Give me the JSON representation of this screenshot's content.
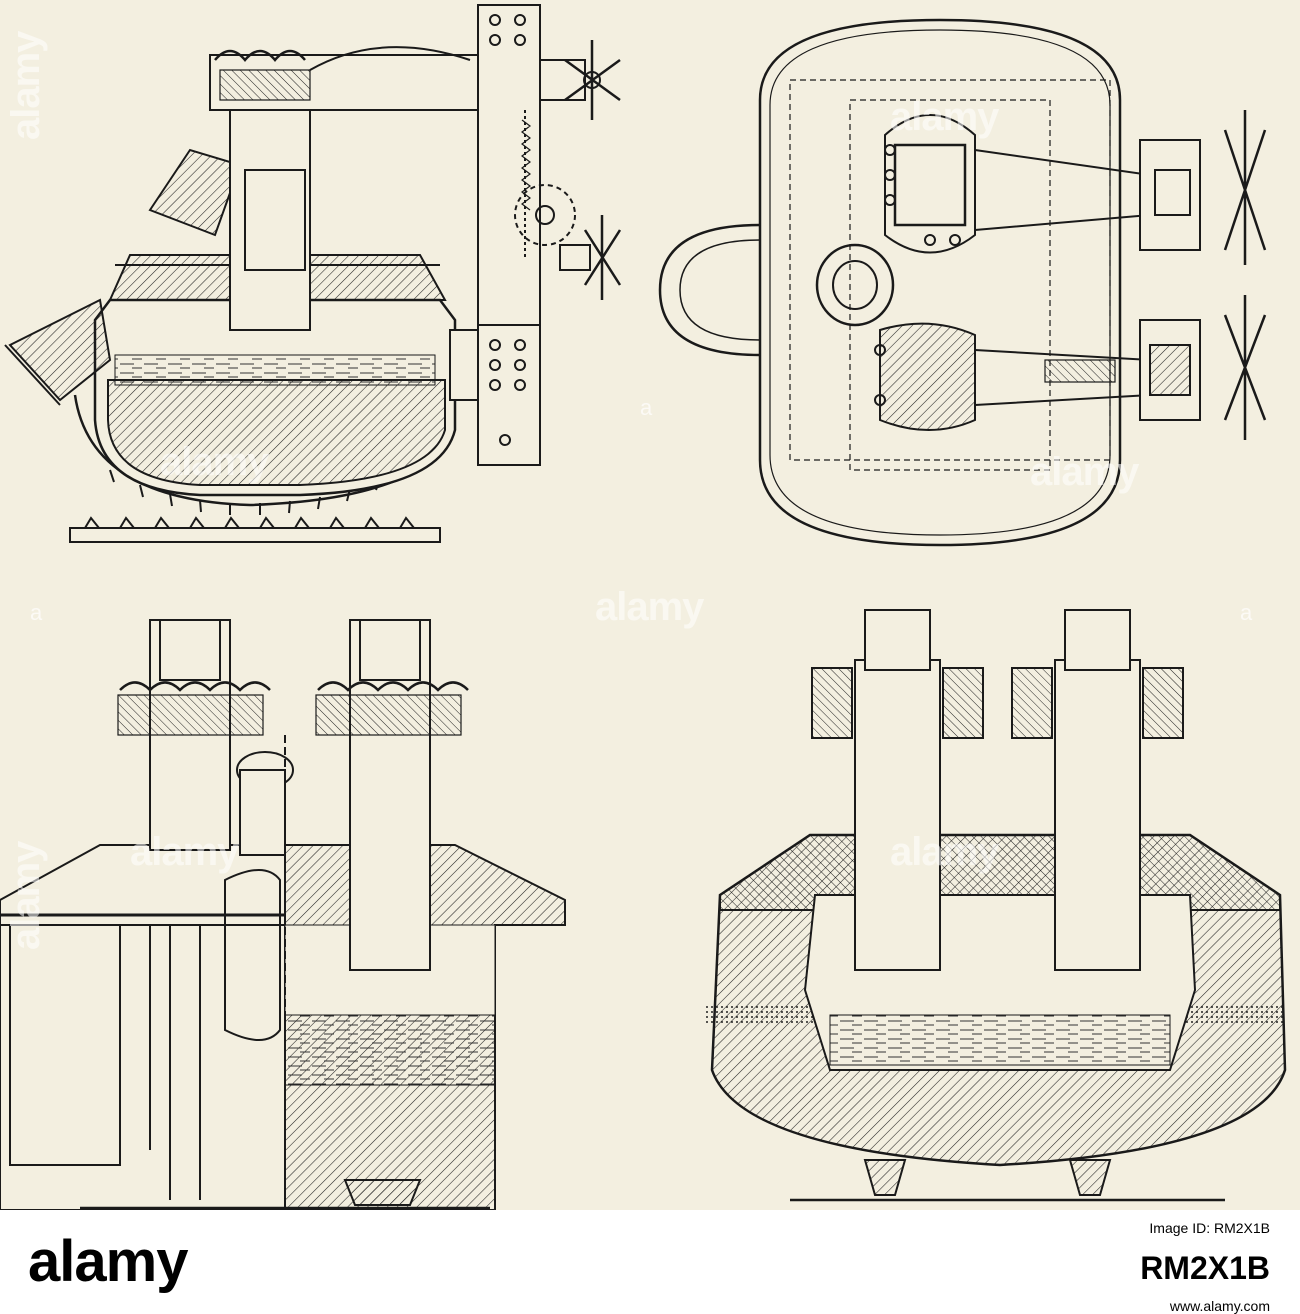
{
  "watermark": {
    "brand": "alamy",
    "mark": "a"
  },
  "footer": {
    "brand": "alamy",
    "image_id_label": "Image ID: RM2X1B",
    "url": "www.alamy.com",
    "code": "RM2X1B"
  },
  "colors": {
    "paper": "#f3efe0",
    "ink": "#1a1a1a",
    "footer_bg": "#ffffff"
  }
}
